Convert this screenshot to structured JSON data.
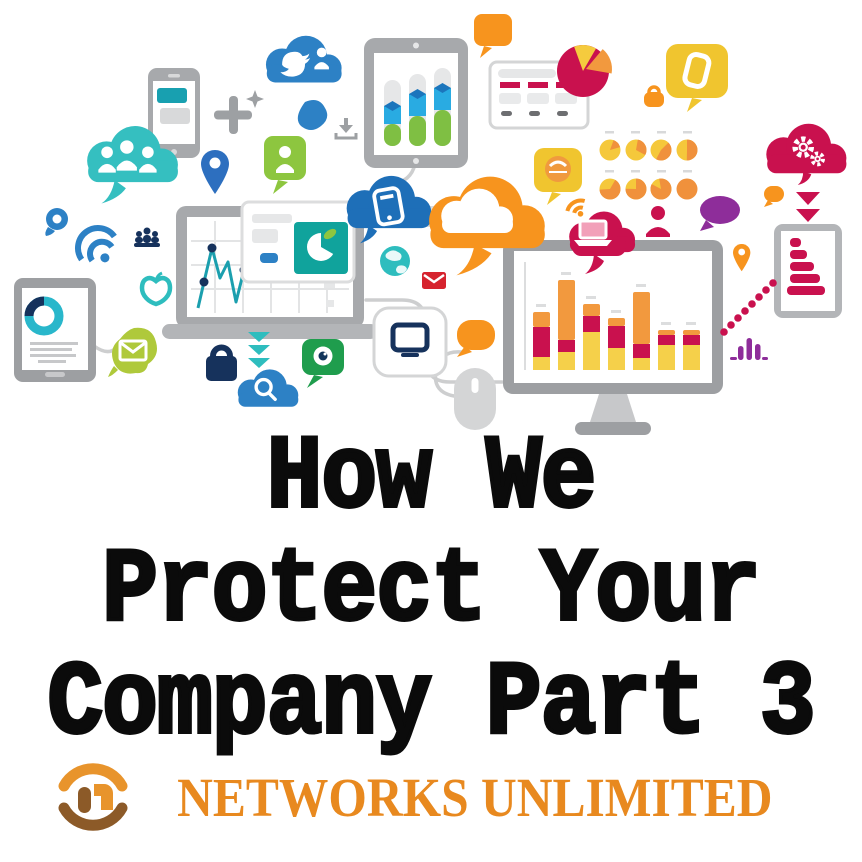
{
  "page": {
    "background": "#ffffff"
  },
  "title": {
    "line1": "How We",
    "line2": "Protect Your",
    "line3": "Company Part 3",
    "color": "#0b0b0b"
  },
  "logo": {
    "text": "NETWORKS UNLIMITED",
    "color": "#E8891F",
    "icon": "networks-unlimited-monogram-icon",
    "icon_color_top": "#E8942C",
    "icon_color_bottom": "#8C5A28"
  },
  "palette": {
    "blue": "#2D81C5",
    "dark_blue": "#1B75BC",
    "navy": "#16325C",
    "teal": "#2EBDBE",
    "teal_dark": "#18A0B0",
    "green": "#8DC63F",
    "dark_green": "#1F9D4D",
    "lime": "#AFC93B",
    "crimson": "#C9114E",
    "red": "#D6232E",
    "orange": "#F7941E",
    "orange_mid": "#F2993E",
    "yellow": "#F5C83B",
    "mustard": "#F0C52F",
    "purple": "#8E2D9A",
    "gray": "#9D9FA2",
    "light_gray": "#D8D9DA"
  },
  "illustration": {
    "name": "connected-devices-collage",
    "icons": [
      "smartphone-chat-icon",
      "twitter-cloud-icon",
      "people-cloud-icon",
      "location-pin-icon",
      "user-speech-bubble-icon",
      "tablet-3d-bar-chart-icon",
      "plus-sparkle-icon",
      "download-tray-icon",
      "browser-window-icon",
      "pie-chart-icon",
      "phone-speech-bubble-icon",
      "mini-pie-grid-icon",
      "gears-cloud-icon",
      "avatar-speech-bubble-icon",
      "padlock-orange-icon",
      "wifi-orange-icon",
      "user-silhouette-icon",
      "purple-speech-bubble-icon",
      "down-arrows-red-icon",
      "orange-cloud-icon",
      "phone-cloud-icon",
      "laptop-line-chart-icon",
      "analytics-card-icon",
      "monitor-stacked-bars-icon",
      "laptop-speech-bubble-icon",
      "location-pin-orange-icon",
      "tablet-funnel-chart-icon",
      "dotted-trend-line-icon",
      "mini-bars-purple-icon",
      "tablet-donut-chart-icon",
      "wifi-blue-icon",
      "donut-blob-icon",
      "team-podium-icon",
      "apple-outline-icon",
      "envelope-blob-icon",
      "padlock-navy-icon",
      "down-arrows-teal-icon",
      "search-cloud-icon",
      "eye-speech-bubble-icon",
      "display-card-icon",
      "chat-blob-orange-icon",
      "computer-mouse-icon",
      "connector-wires",
      "globe-icon",
      "envelope-red-icon"
    ]
  }
}
